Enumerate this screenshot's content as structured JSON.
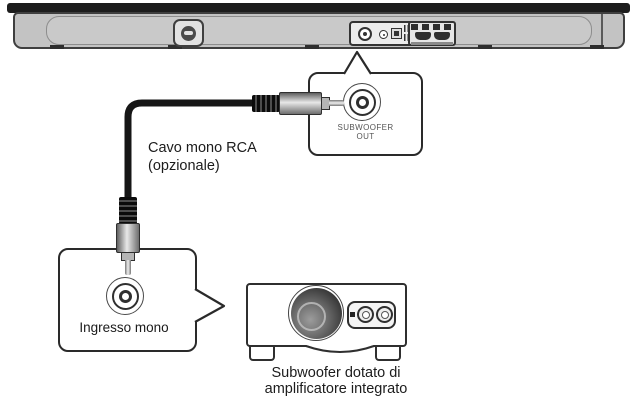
{
  "callouts": {
    "subwoofer_out": {
      "label_line1": "SUBWOOFER",
      "label_line2": "OUT"
    },
    "mono_input": {
      "label": "Ingresso mono"
    }
  },
  "cable_label": {
    "line1": "Cavo mono RCA",
    "line2": "(opzionale)"
  },
  "subwoofer_caption": {
    "line1": "Subwoofer dotato di",
    "line2": "amplificatore integrato"
  },
  "colors": {
    "outline": "#2a2a2a",
    "soundbar_top": "#1d1d1d",
    "soundbar_body": "#c3c3c3",
    "cable": "#161616"
  }
}
